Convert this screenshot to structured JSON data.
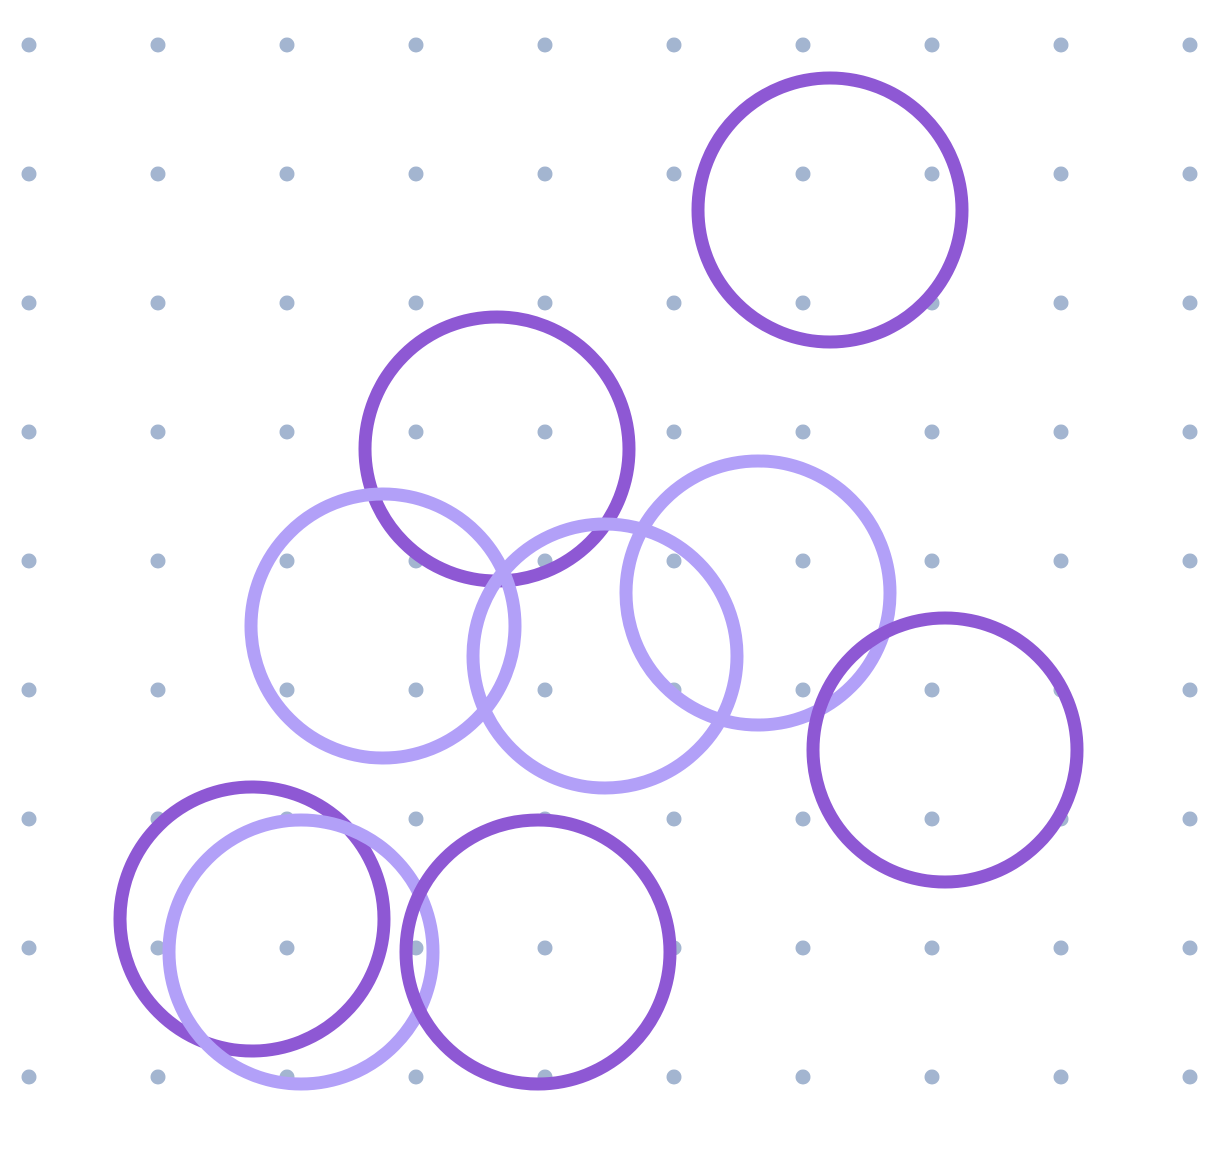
{
  "diagram": {
    "background": "#ffffff",
    "dot_color": "#a3b5d0",
    "rings": [
      {
        "tone": "dark",
        "color": "#8e58d4"
      },
      {
        "tone": "dark",
        "color": "#8e58d4"
      },
      {
        "tone": "light",
        "color": "#b2a0f8"
      },
      {
        "tone": "light",
        "color": "#b2a0f8"
      },
      {
        "tone": "light",
        "color": "#b2a0f8"
      },
      {
        "tone": "dark",
        "color": "#8e58d4"
      },
      {
        "tone": "dark",
        "color": "#8e58d4"
      },
      {
        "tone": "light",
        "color": "#b2a0f8"
      },
      {
        "tone": "dark",
        "color": "#8e58d4"
      }
    ]
  }
}
